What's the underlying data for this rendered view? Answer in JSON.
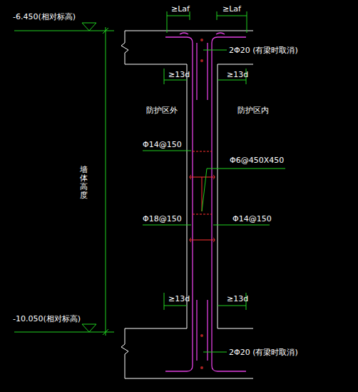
{
  "diagram": {
    "labels": [
      "-6.450(相对标高)",
      "≥Laf",
      "≥Laf",
      "2Φ20 (有梁时取消)",
      "≥13d",
      "≥13d",
      "防护区外",
      "防护区内",
      "Φ14@150",
      "Φ6@450X450",
      "Φ18@150",
      "Φ14@150",
      "≥13d",
      "≥13d",
      "墙体高度",
      "-10.050(相对标高)",
      "2Φ20 (有梁时取消)"
    ]
  }
}
